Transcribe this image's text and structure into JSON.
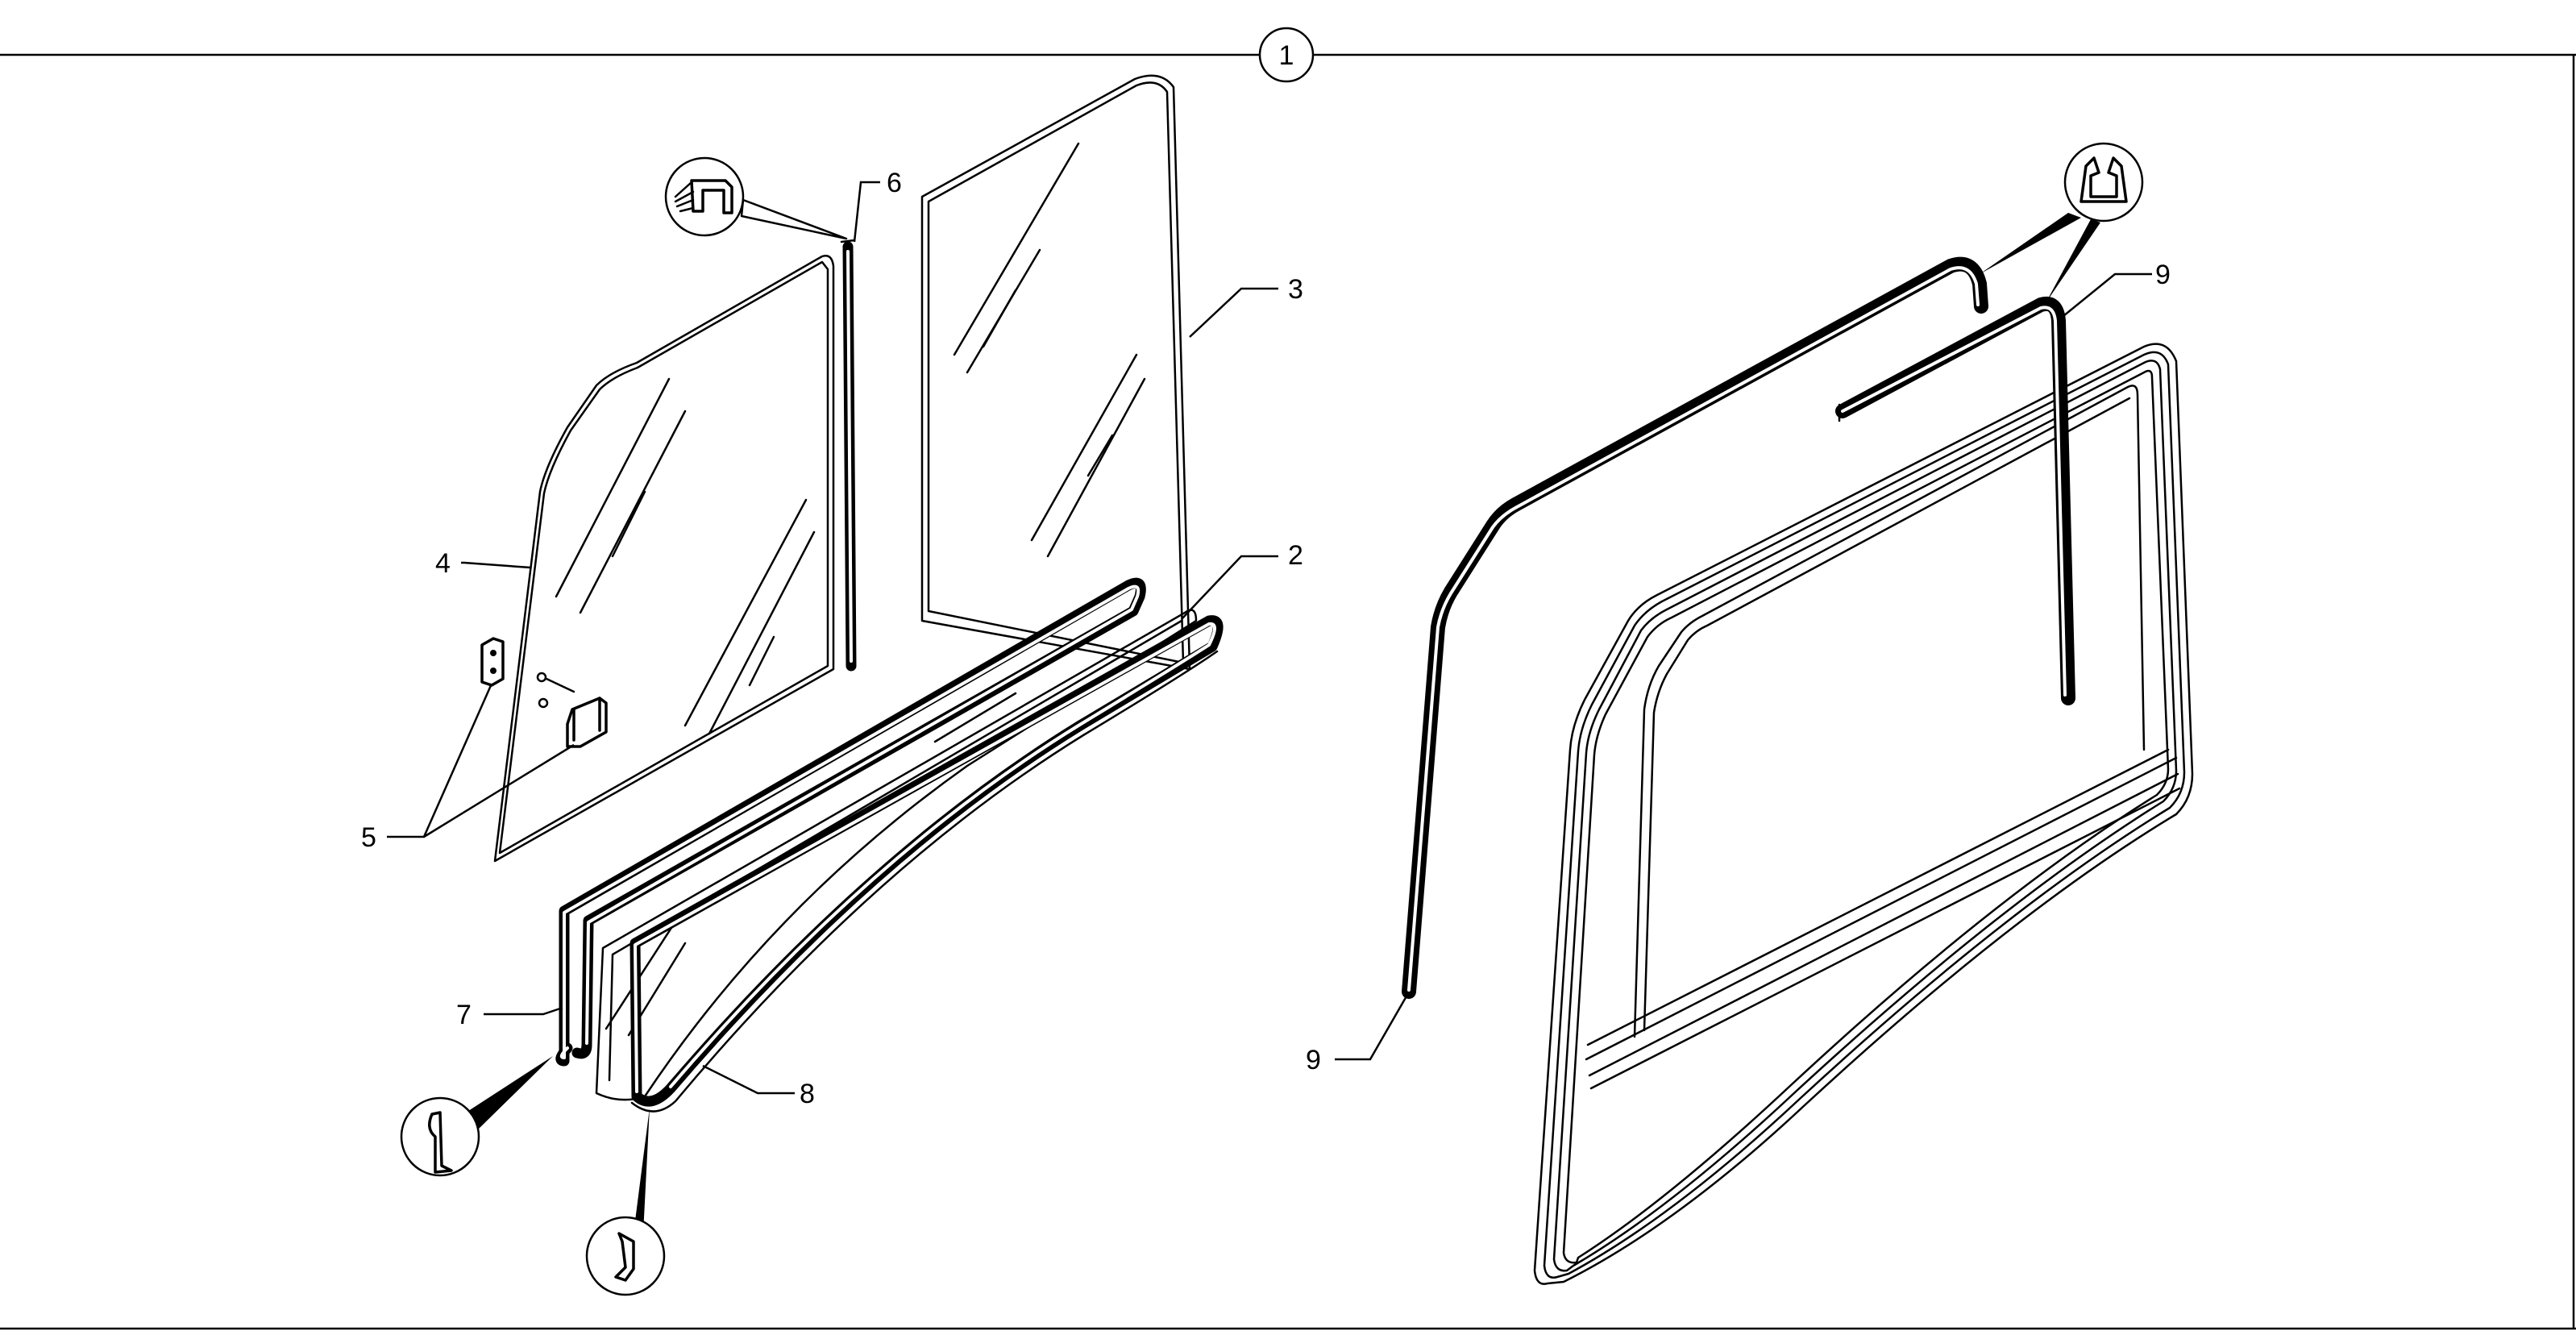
{
  "diagram": {
    "assembly_number": "1",
    "callouts": {
      "glass_rear": "2",
      "glass_upper": "3",
      "glass_front": "4",
      "clips": "5",
      "channel_seal": "6",
      "seal_front_lower": "7",
      "seal_rear_lower": "8",
      "frame_seal_upper": "9",
      "frame_seal_lower": "9"
    },
    "colors": {
      "line": "#000000",
      "background": "#ffffff"
    }
  }
}
